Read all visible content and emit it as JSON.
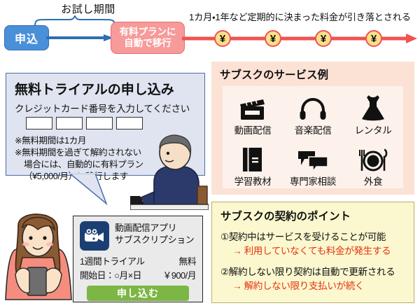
{
  "flow": {
    "trial_label": "お試し期間",
    "apply_label": "申込",
    "paid_line1": "有料プランに",
    "paid_line2": "自動で移行",
    "top_note": "1カ月・1年など定期的に決まった料金が引き落とされる",
    "coin_symbol": "¥",
    "coin_count": 4,
    "colors": {
      "apply_blue": "#4a90d9",
      "paid_pink": "#f79a9a",
      "timeline_red": "#ef5350",
      "coin_yellow": "#fbe08a"
    }
  },
  "signup": {
    "title": "無料トライアルの申し込み",
    "subtitle": "クレジットカード番号を入力してください",
    "card_fields": [
      "",
      "",
      "",
      ""
    ],
    "card_placeholder": "",
    "notes": [
      "※無料期間は1カ月",
      "※無料期間を過ぎて解約されない",
      "場合には、自動的に有料プラン",
      "（¥5,000/月）に移行します"
    ]
  },
  "services": {
    "title": "サブスクのサービス例",
    "items": [
      {
        "icon": "clapperboard-icon",
        "label": "動画配信"
      },
      {
        "icon": "headphones-icon",
        "label": "音楽配信"
      },
      {
        "icon": "dress-icon",
        "label": "レンタル"
      },
      {
        "icon": "book-icon",
        "label": "学習教材"
      },
      {
        "icon": "speech-bubbles-icon",
        "label": "専門家相談"
      },
      {
        "icon": "plate-cutlery-icon",
        "label": "外食"
      }
    ],
    "colors": {
      "panel": "#fbe2d4",
      "inner": "#fdf2eb"
    }
  },
  "points": {
    "title": "サブスクの契約のポイント",
    "items": [
      {
        "text": "①契約中はサービスを受けることが可能",
        "arrow": "→ 利用していなくても料金が発生する"
      },
      {
        "text": "②解約しない限り契約は自動で更新される",
        "arrow": "→ 解約しない限り支払いが続く"
      }
    ],
    "colors": {
      "panel": "#fbf8cf",
      "border": "#b9b06a",
      "arrow_text": "#e8330f"
    }
  },
  "app_card": {
    "icon": "video-camera-icon",
    "name_line1": "動画配信アプリ",
    "name_line2": "サブスクリプション",
    "row1_label": "1週間トライアル",
    "row1_value": "無料",
    "row2_label": "開始日：○月×日",
    "row2_value": "￥900/月",
    "button_label": "申し込む",
    "colors": {
      "button_green": "#7cb644",
      "icon_navy": "#1b3f73"
    }
  }
}
